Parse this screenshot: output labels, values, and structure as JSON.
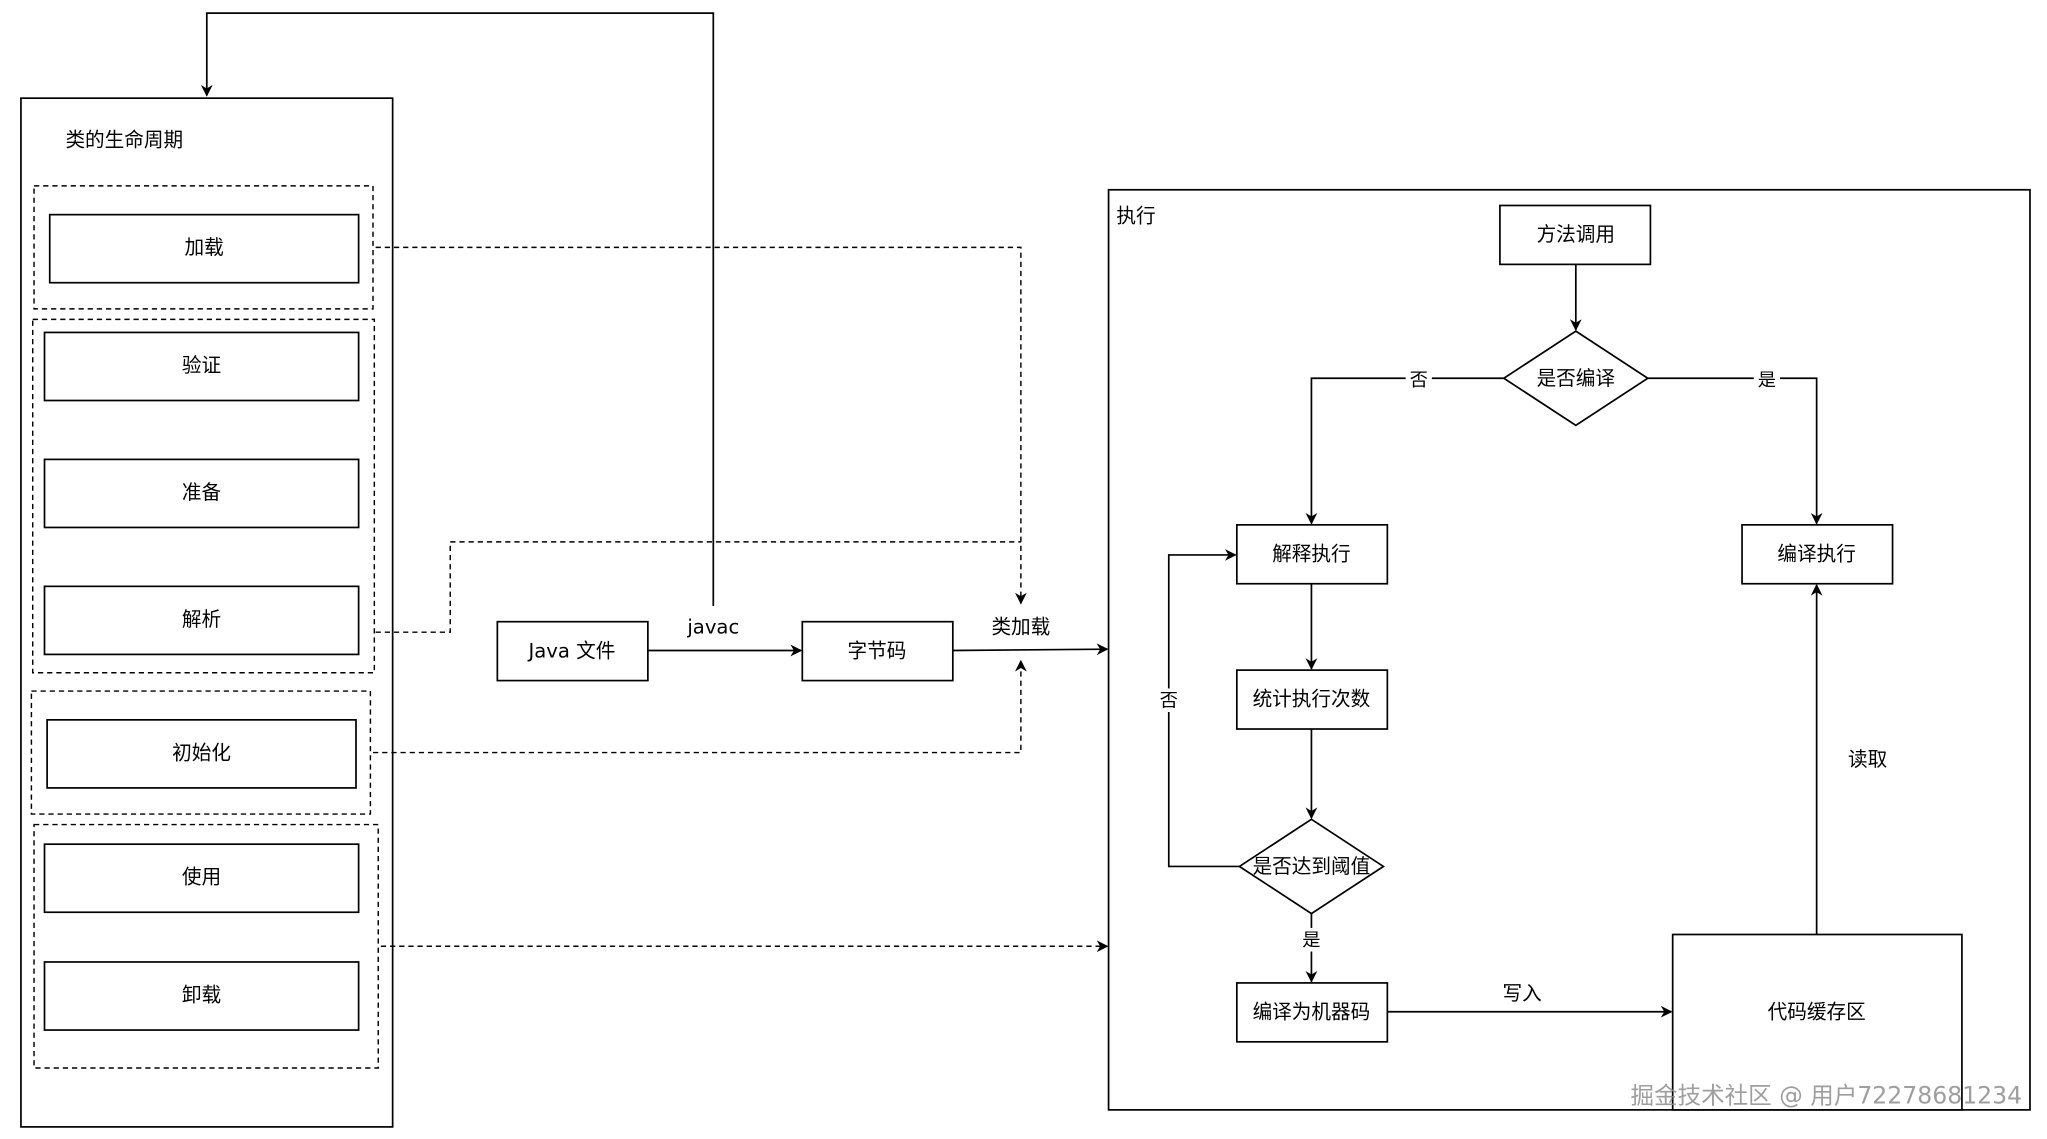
{
  "lifecycle": {
    "title": "类的生命周期",
    "stages": {
      "load": "加载",
      "verify": "验证",
      "prepare": "准备",
      "resolve": "解析",
      "init": "初始化",
      "use": "使用",
      "unload": "卸载"
    }
  },
  "pipeline": {
    "java_file": "Java 文件",
    "javac": "javac",
    "bytecode": "字节码",
    "class_loading": "类加载"
  },
  "execution": {
    "title": "执行",
    "method_call": "方法调用",
    "is_compiled": "是否编译",
    "interpret": "解释执行",
    "count_exec": "统计执行次数",
    "threshold": "是否达到阈值",
    "compile_machine": "编译为机器码",
    "compiled_exec": "编译执行",
    "code_cache": "代码缓存区",
    "labels": {
      "no_top": "否",
      "yes_top": "是",
      "no_loop": "否",
      "yes_threshold": "是",
      "write": "写入",
      "read": "读取"
    }
  },
  "watermark": "掘金技术社区 @ 用户72278681234",
  "colors": {
    "stroke": "#000000",
    "background": "#ffffff",
    "watermark": "#9a9a9a"
  }
}
